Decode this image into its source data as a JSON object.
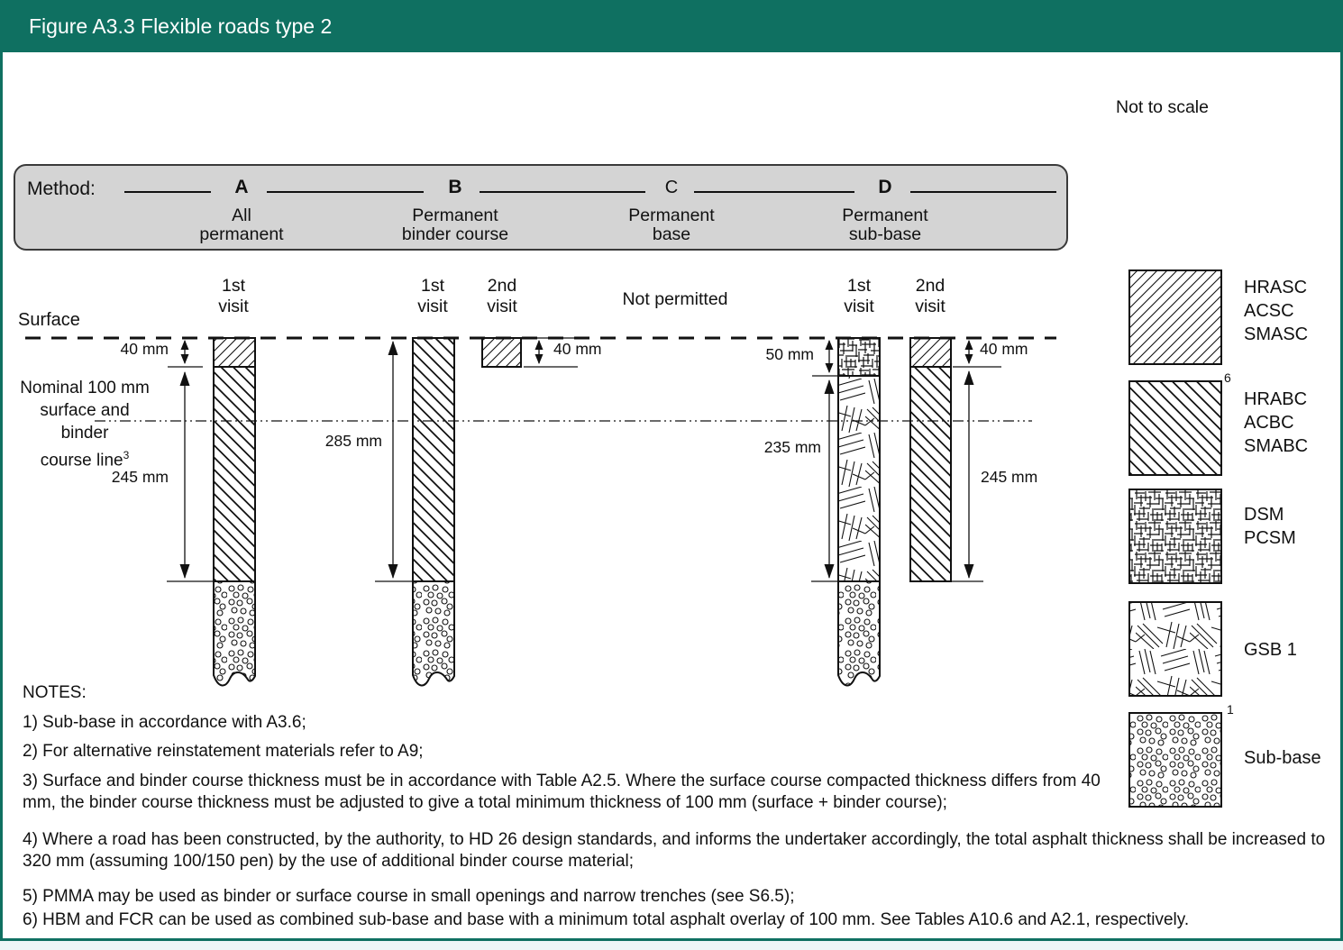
{
  "title": "Figure A3.3 Flexible roads type 2",
  "scale_note": "Not to scale",
  "method_bar": {
    "label": "Method:",
    "items": [
      {
        "letter": "A",
        "lines": [
          "All",
          "permanent"
        ]
      },
      {
        "letter": "B",
        "lines": [
          "Permanent",
          "binder course"
        ]
      },
      {
        "letter": "C",
        "lines": [
          "Permanent",
          "base"
        ]
      },
      {
        "letter": "D",
        "lines": [
          "Permanent",
          "sub-base"
        ]
      }
    ]
  },
  "diagram": {
    "surface_label": "Surface",
    "nominal_label": [
      "Nominal 100 mm",
      "surface and binder",
      "course line"
    ],
    "nominal_sup": "3",
    "not_permitted": "Not permitted",
    "visits": {
      "first": [
        "1st",
        "visit"
      ],
      "second": [
        "2nd",
        "visit"
      ]
    },
    "dimensions": {
      "a_surface": "40 mm",
      "a_binder": "245 mm",
      "b_total": "285 mm",
      "b2_surface": "40 mm",
      "d1_dsm": "50 mm",
      "d1_gsb": "235 mm",
      "d2_surface": "40 mm",
      "d2_binder": "245 mm"
    }
  },
  "legend": [
    {
      "sup": "",
      "lines": [
        "HRASC",
        "ACSC",
        "SMASC"
      ]
    },
    {
      "sup": "6",
      "lines": [
        "HRABC",
        "ACBC",
        "SMABC"
      ]
    },
    {
      "sup": "",
      "lines": [
        "DSM",
        "PCSM"
      ]
    },
    {
      "sup": "",
      "lines": [
        "GSB 1"
      ]
    },
    {
      "sup": "1",
      "lines": [
        "Sub-base"
      ]
    }
  ],
  "notes": {
    "heading": "NOTES:",
    "items": [
      "1) Sub-base in accordance with A3.6;",
      "2) For alternative reinstatement materials refer to A9;",
      "3) Surface and binder course thickness must be in accordance with Table A2.5. Where the surface course compacted thickness differs from 40 mm, the binder course thickness must be adjusted to give a total minimum thickness of 100 mm (surface + binder course);",
      "4) Where a road has been constructed, by the authority, to HD 26 design standards, and informs the undertaker accordingly, the total asphalt thickness shall be increased to 320 mm (assuming 100/150 pen) by the use of additional binder course material;",
      "5) PMMA may be used as binder or surface course in small openings and narrow trenches (see S6.5);",
      "6) HBM and FCR can be used as combined sub-base and base with a minimum total asphalt overlay of 100 mm. See Tables A10.6 and A2.1, respectively."
    ]
  },
  "colors": {
    "header_green": "#0f7061",
    "method_bar_grey": "#d4d4d4"
  }
}
